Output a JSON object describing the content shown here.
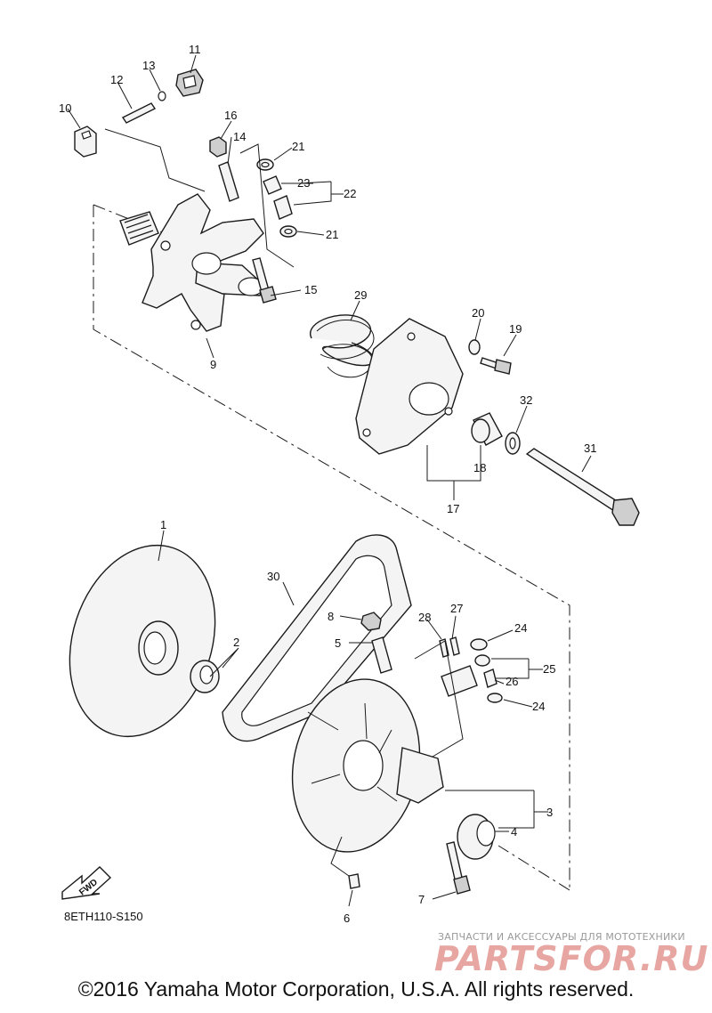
{
  "diagram_code": "8ETH110-S150",
  "copyright": "©2016 Yamaha Motor Corporation, U.S.A. All rights reserved.",
  "watermark": {
    "tagline": "ЗАПЧАСТИ И АКСЕССУАРЫ ДЛЯ МОТОТЕХНИКИ",
    "logo": "PARTSFOR.RU"
  },
  "fwd_label": "FWD",
  "callouts": [
    "1",
    "2",
    "3",
    "4",
    "5",
    "6",
    "7",
    "8",
    "9",
    "10",
    "11",
    "12",
    "13",
    "14",
    "15",
    "16",
    "17",
    "18",
    "19",
    "20",
    "21",
    "21",
    "22",
    "23",
    "24",
    "24",
    "25",
    "26",
    "27",
    "28",
    "29",
    "30",
    "31",
    "32"
  ]
}
